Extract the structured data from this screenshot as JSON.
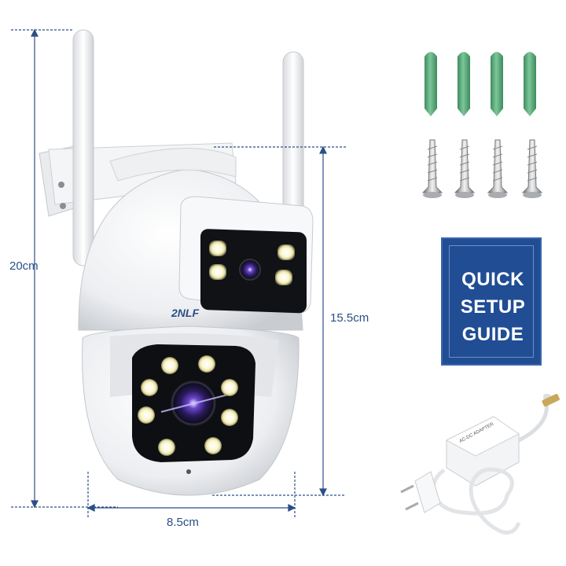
{
  "dimensions": {
    "height_total": "20cm",
    "height_body": "15.5cm",
    "width": "8.5cm"
  },
  "brand_text": "2NLF",
  "guide": {
    "line1": "QUICK",
    "line2": "SETUP",
    "line3": "GUIDE"
  },
  "adapter_label": "AC-DC ADAPTER",
  "accessories": {
    "wall_anchor_count": 4,
    "screw_count": 4
  },
  "colors": {
    "dimension_line": "#2c4f86",
    "guide_background": "#204d94",
    "wall_anchor": "#5aa97a",
    "camera_body": "#f2f3f5"
  }
}
